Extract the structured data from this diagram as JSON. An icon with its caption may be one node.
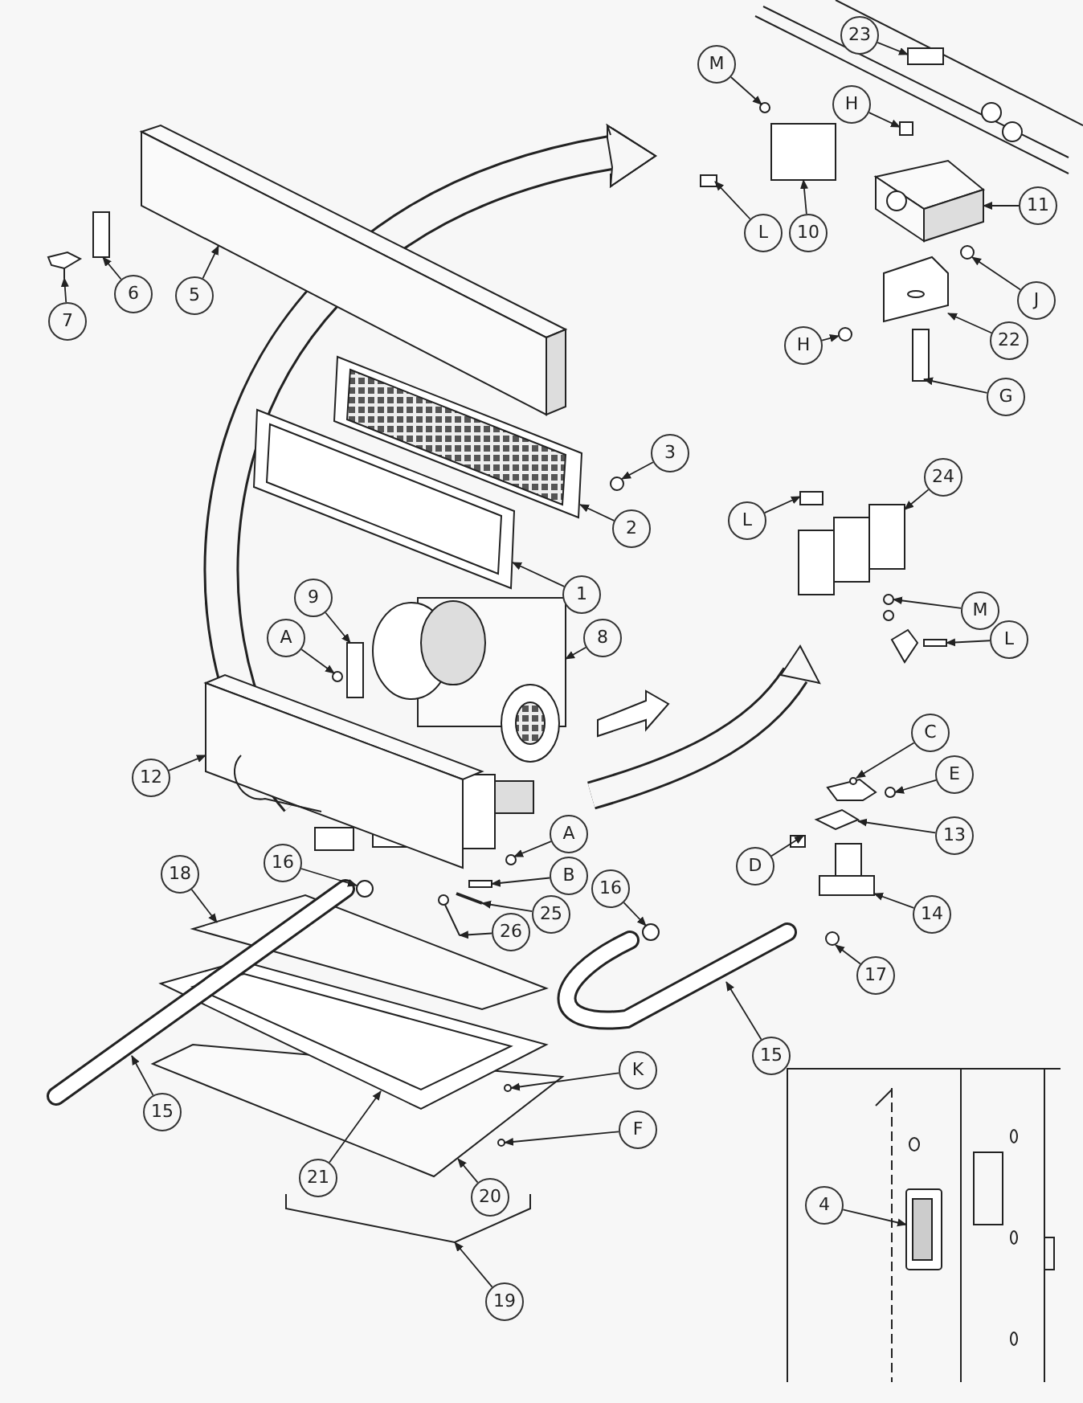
{
  "diagram": {
    "nodes": [
      {
        "text": [
          "7"
        ]
      },
      {
        "text": [
          "6"
        ]
      },
      {
        "text": [
          "5"
        ]
      },
      {
        "text": [
          "M"
        ]
      },
      {
        "text": [
          "H"
        ]
      },
      {
        "text": [
          "23"
        ]
      },
      {
        "text": [
          "L"
        ]
      },
      {
        "text": [
          "10"
        ]
      },
      {
        "text": [
          "11"
        ]
      },
      {
        "text": [
          "J"
        ]
      },
      {
        "text": [
          "H"
        ]
      },
      {
        "text": [
          "22"
        ]
      },
      {
        "text": [
          "G"
        ]
      },
      {
        "text": [
          "3"
        ]
      },
      {
        "text": [
          "2"
        ]
      },
      {
        "text": [
          "1"
        ]
      },
      {
        "text": [
          "24"
        ]
      },
      {
        "text": [
          "L"
        ]
      },
      {
        "text": [
          "9"
        ]
      },
      {
        "text": [
          "A"
        ]
      },
      {
        "text": [
          "8"
        ]
      },
      {
        "text": [
          "M"
        ]
      },
      {
        "text": [
          "L"
        ]
      },
      {
        "text": [
          "C"
        ]
      },
      {
        "text": [
          "E"
        ]
      },
      {
        "text": [
          "13"
        ]
      },
      {
        "text": [
          "D"
        ]
      },
      {
        "text": [
          "12"
        ]
      },
      {
        "text": [
          "A"
        ]
      },
      {
        "text": [
          "16"
        ]
      },
      {
        "text": [
          "B"
        ]
      },
      {
        "text": [
          "16"
        ]
      },
      {
        "text": [
          "18"
        ]
      },
      {
        "text": [
          "25"
        ]
      },
      {
        "text": [
          "14"
        ]
      },
      {
        "text": [
          "26"
        ]
      },
      {
        "text": [
          "17"
        ]
      },
      {
        "text": [
          "15"
        ]
      },
      {
        "text": [
          "15"
        ]
      },
      {
        "text": [
          "K"
        ]
      },
      {
        "text": [
          "F"
        ]
      },
      {
        "text": [
          "21"
        ]
      },
      {
        "text": [
          "20"
        ]
      },
      {
        "text": [
          "19"
        ]
      },
      {
        "text": [
          "4"
        ]
      },
      {
        "text": [],
        "shape": "picture"
      },
      {
        "text": [],
        "shape": "box"
      },
      {
        "text": [],
        "shape": "picture"
      },
      {
        "text": [],
        "shape": "circle"
      },
      {
        "text": [],
        "shape": "box"
      },
      {
        "text": [],
        "shape": "box"
      },
      {
        "text": [],
        "shape": "box"
      },
      {
        "text": [],
        "shape": "box"
      },
      {
        "text": [],
        "shape": "picture"
      },
      {
        "text": [],
        "shape": "circle"
      },
      {
        "text": [],
        "shape": "circle"
      },
      {
        "text": [],
        "shape": "picture"
      },
      {
        "text": [],
        "shape": "box"
      },
      {
        "text": [],
        "shape": "circle"
      },
      {
        "text": [],
        "shape": "picture"
      },
      {
        "text": [],
        "shape": "picture"
      },
      {
        "text": [],
        "shape": "picture"
      },
      {
        "text": [],
        "shape": "box"
      },
      {
        "text": [],
        "shape": "box"
      },
      {
        "text": [],
        "shape": "circle"
      },
      {
        "text": [],
        "shape": "picture"
      },
      {
        "text": [],
        "shape": "picture"
      },
      {
        "text": [],
        "shape": "picture"
      },
      {
        "text": [],
        "shape": "circle",
        "in": 70
      },
      {
        "text": [],
        "shape": "circle"
      },
      {
        "text": [],
        "shape": "picture"
      },
      {
        "text": [],
        "shape": "box"
      },
      {
        "text": [],
        "shape": "picture"
      },
      {
        "text": [],
        "shape": "circle"
      },
      {
        "text": [],
        "shape": "circle"
      },
      {
        "text": [],
        "shape": "box"
      },
      {
        "text": [],
        "shape": "circle",
        "in": 82
      },
      {
        "text": [],
        "shape": "picture"
      },
      {
        "text": [],
        "shape": "bar"
      },
      {
        "text": [],
        "shape": "picture"
      },
      {
        "text": [],
        "shape": "picture"
      },
      {
        "text": [],
        "shape": "circle"
      },
      {
        "text": [],
        "shape": "picture"
      },
      {
        "text": [],
        "shape": "picture"
      },
      {
        "text": [],
        "shape": "circle",
        "in": 87
      },
      {
        "text": [],
        "shape": "circle"
      },
      {
        "text": [],
        "shape": "picture"
      },
      {
        "text": [],
        "shape": "picture"
      },
      {
        "text": [],
        "shape": "bracket"
      },
      {
        "text": [],
        "shape": "picture"
      }
    ],
    "edges": [
      {
        "from": 0,
        "to": 45,
        "arrow": "to"
      },
      {
        "from": 1,
        "to": 46,
        "arrow": "to"
      },
      {
        "from": 2,
        "to": 47,
        "arrow": "to"
      },
      {
        "from": 3,
        "to": 48,
        "arrow": "to"
      },
      {
        "from": 4,
        "to": 49,
        "arrow": "to"
      },
      {
        "from": 5,
        "to": 50,
        "arrow": "to"
      },
      {
        "from": 6,
        "to": 51,
        "arrow": "to"
      },
      {
        "from": 7,
        "to": 52,
        "arrow": "to"
      },
      {
        "from": 8,
        "to": 53,
        "arrow": "to"
      },
      {
        "from": 9,
        "to": 54,
        "arrow": "to"
      },
      {
        "from": 10,
        "to": 55,
        "arrow": "to"
      },
      {
        "from": 11,
        "to": 56,
        "arrow": "to"
      },
      {
        "from": 12,
        "to": 57,
        "arrow": "to"
      },
      {
        "from": 13,
        "to": 58,
        "arrow": "to"
      },
      {
        "from": 14,
        "to": 59,
        "arrow": "to"
      },
      {
        "from": 15,
        "to": 60,
        "arrow": "to"
      },
      {
        "from": 16,
        "to": 61,
        "arrow": "to"
      },
      {
        "from": 17,
        "to": 62,
        "arrow": "to"
      },
      {
        "from": 18,
        "to": 63,
        "arrow": "to"
      },
      {
        "from": 19,
        "to": 64,
        "arrow": "to"
      },
      {
        "from": 20,
        "to": 65,
        "arrow": "to"
      },
      {
        "from": 21,
        "to": 66,
        "arrow": "to"
      },
      {
        "from": 22,
        "to": 67,
        "arrow": "to"
      },
      {
        "from": 23,
        "to": 68,
        "arrow": "to"
      },
      {
        "from": 24,
        "to": 69,
        "arrow": "to"
      },
      {
        "from": 25,
        "to": 70,
        "arrow": "to"
      },
      {
        "from": 26,
        "to": 71,
        "arrow": "to"
      },
      {
        "from": 27,
        "to": 72,
        "arrow": "to"
      },
      {
        "from": 28,
        "to": 73,
        "arrow": "to"
      },
      {
        "from": 29,
        "to": 74,
        "arrow": "to"
      },
      {
        "from": 30,
        "to": 75,
        "arrow": "to"
      },
      {
        "from": 31,
        "to": 76,
        "arrow": "to"
      },
      {
        "from": 32,
        "to": 77,
        "arrow": "to"
      },
      {
        "from": 33,
        "to": 78,
        "arrow": "to"
      },
      {
        "from": 34,
        "to": 79,
        "arrow": "to"
      },
      {
        "from": 35,
        "to": 80,
        "arrow": "to"
      },
      {
        "from": 36,
        "to": 81,
        "arrow": "to"
      },
      {
        "from": 37,
        "to": 82,
        "arrow": "to"
      },
      {
        "from": 38,
        "to": 83,
        "arrow": "to"
      },
      {
        "from": 39,
        "to": 84,
        "arrow": "to"
      },
      {
        "from": 40,
        "to": 85,
        "arrow": "to"
      },
      {
        "from": 41,
        "to": 86,
        "arrow": "to"
      },
      {
        "from": 42,
        "to": 87,
        "arrow": "to"
      },
      {
        "from": 43,
        "to": 88,
        "arrow": "to"
      },
      {
        "from": 44,
        "to": 89,
        "arrow": "to"
      }
    ]
  }
}
